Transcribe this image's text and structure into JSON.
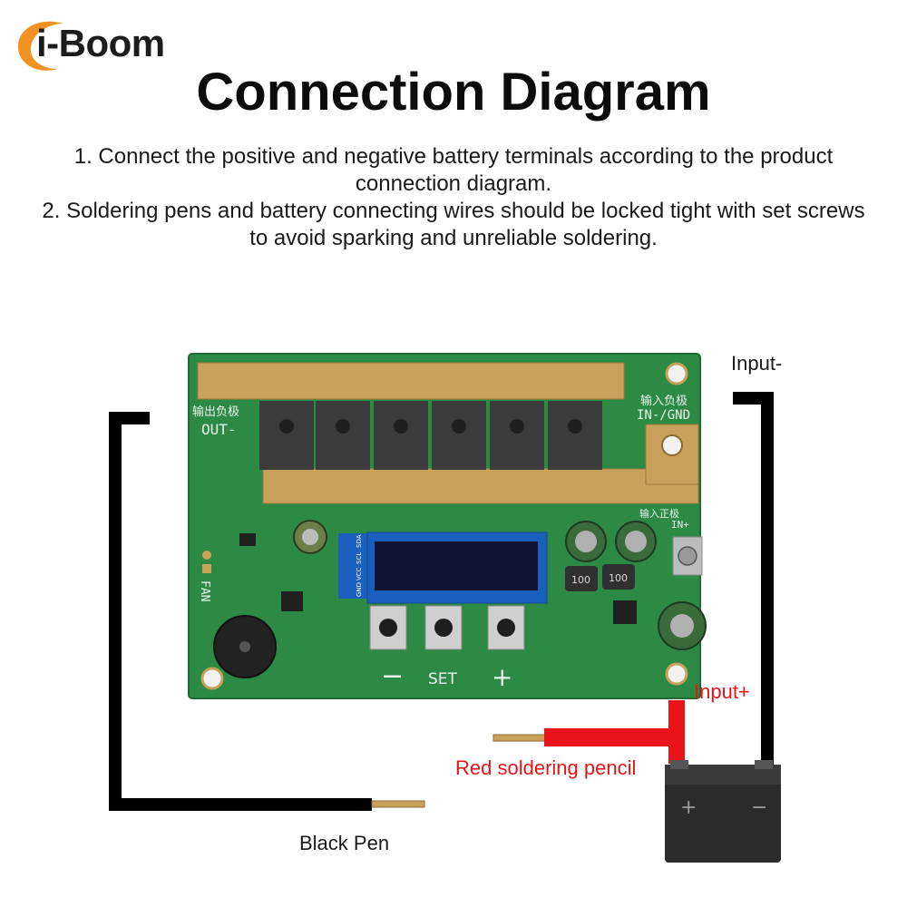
{
  "brand": {
    "name": "i-Boom",
    "accent": "#f39224"
  },
  "title": "Connection Diagram",
  "instructions": [
    "1. Connect the positive and negative battery terminals according to the product connection diagram.",
    "2. Soldering pens and battery connecting wires should be locked tight with set screws to avoid sparking and unreliable soldering."
  ],
  "board": {
    "out_label_cn": "输出负极",
    "out_label": "OUT-",
    "in_neg_label_cn": "输入负极",
    "in_neg_label": "IN-/GND",
    "in_pos_label_cn": "输入正极",
    "in_pos_label": "IN+",
    "fan_label": "FAN",
    "oled_pins": [
      "GND",
      "VCC",
      "SCL",
      "SDA"
    ],
    "buttons": [
      "−",
      "SET",
      "+"
    ],
    "capacitor_marks": [
      "100",
      "100"
    ],
    "board_color": "#2c8a45",
    "copper_color": "#c9a15a"
  },
  "callouts": {
    "input_minus": "Input-",
    "input_plus": "Input+",
    "red_pencil": "Red soldering pencil",
    "black_pen": "Black Pen"
  },
  "battery": {
    "plus": "+",
    "minus": "−"
  },
  "colors": {
    "red_wire": "#e8141a",
    "black_wire": "#000000",
    "label_red": "#e8141a"
  }
}
